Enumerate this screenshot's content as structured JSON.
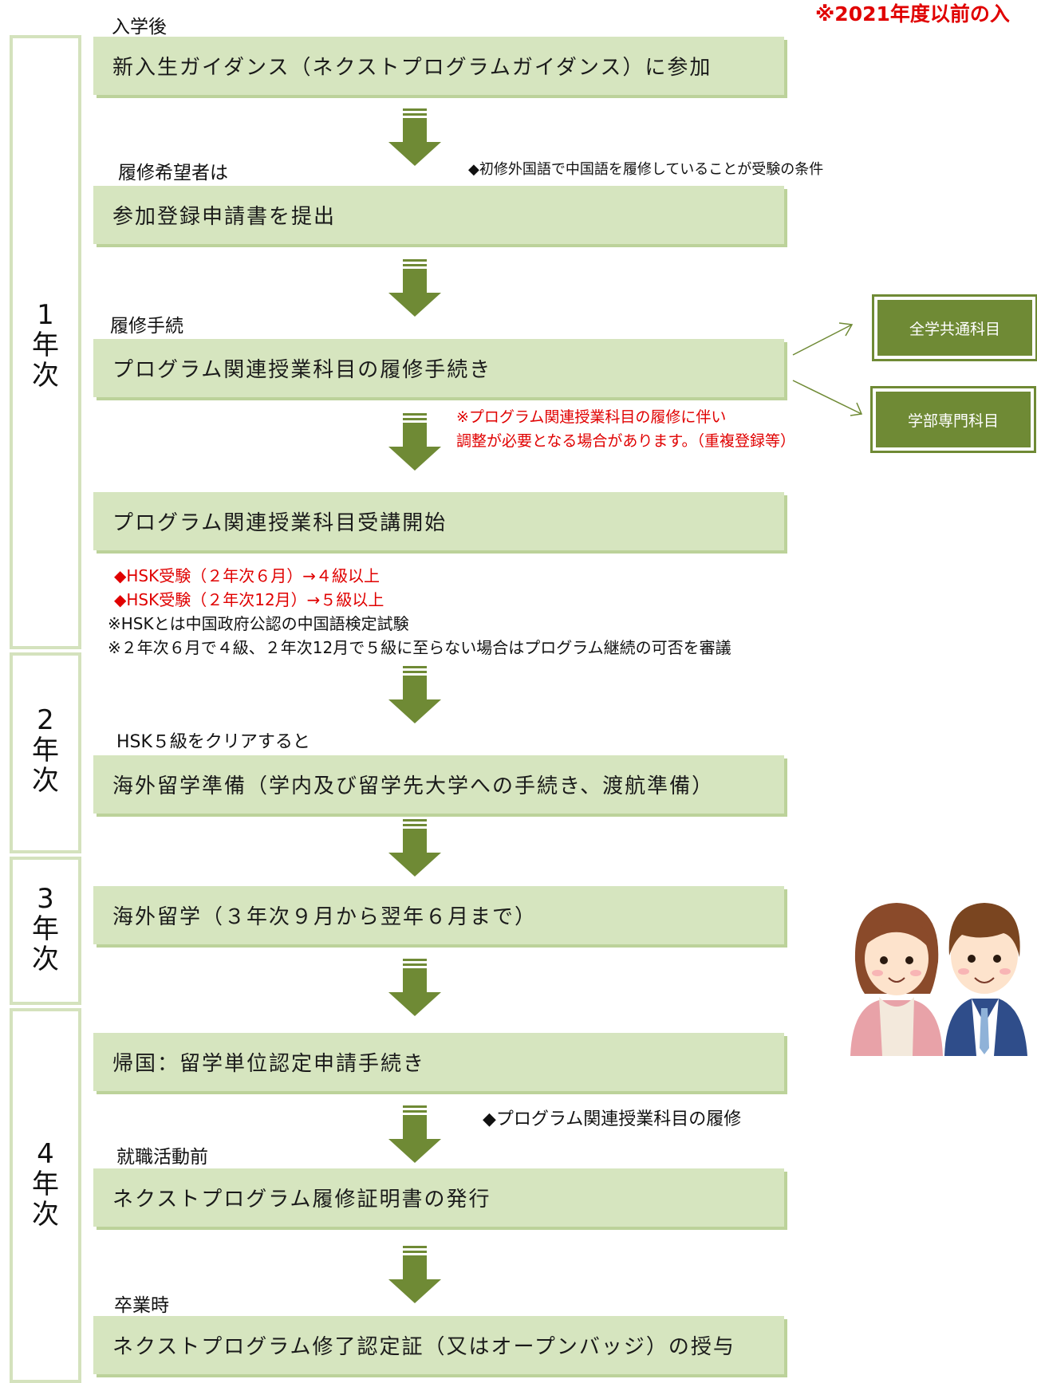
{
  "top_notice": "※2021年度以前の入",
  "years": [
    {
      "label": "1\n年\n次"
    },
    {
      "label": "2\n年\n次"
    },
    {
      "label": "3\n年\n次"
    },
    {
      "label": "4\n年\n次"
    }
  ],
  "labels": {
    "enroll": "入学後",
    "applicant": "履修希望者は",
    "procedure": "履修手続",
    "hsk_clear": "HSK５級をクリアすると",
    "before_job": "就職活動前",
    "graduation": "卒業時"
  },
  "steps": [
    "新入生ガイダンス（ネクストプログラムガイダンス）に参加",
    "参加登録申請書を提出",
    "プログラム関連授業科目の履修手続き",
    "プログラム関連授業科目受講開始",
    "海外留学準備（学内及び留学先大学への手続き、渡航準備）",
    "海外留学（３年次９月から翌年６月まで）",
    "帰国：留学単位認定申請手続き",
    "ネクストプログラム履修証明書の発行",
    "ネクストプログラム修了認定証（又はオープンバッジ）の授与"
  ],
  "notes": {
    "chinese_condition": "◆初修外国語で中国語を履修していることが受験の条件",
    "adjust_line1": "※プログラム関連授業科目の履修に伴い",
    "adjust_line2": "調整が必要となる場合があります。（重複登録等）",
    "hsk_june": "◆HSK受験（２年次６月）→４級以上",
    "hsk_dec": "◆HSK受験（２年次12月）→５級以上",
    "hsk_def": "※HSKとは中国政府公認の中国語検定試験",
    "hsk_fail": "※２年次６月で４級、２年次12月で５級に至らない場合はプログラム継続の可否を審議",
    "program_courses": "◆プログラム関連授業科目の履修"
  },
  "side_boxes": [
    "全学共通科目",
    "学部専門科目"
  ],
  "colors": {
    "step_fill": "#d6e5bf",
    "arrow": "#6f8a35",
    "side_box": "#6f8a35",
    "red": "#e00000"
  }
}
